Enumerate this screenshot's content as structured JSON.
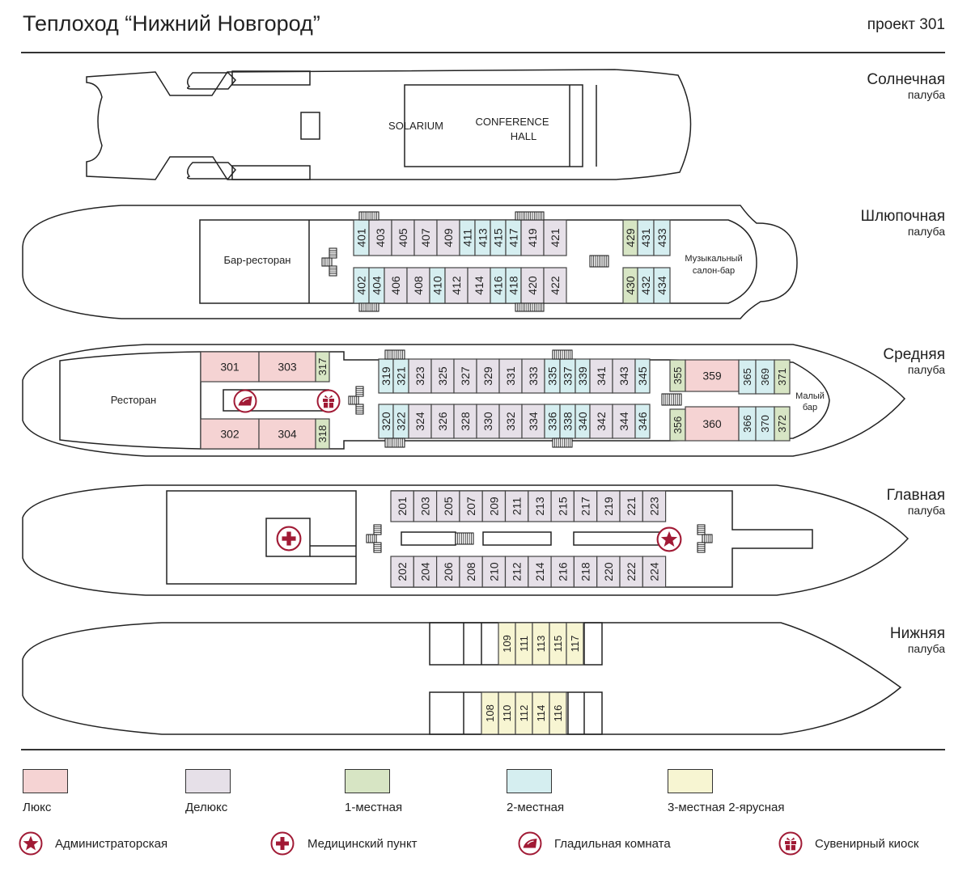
{
  "header": {
    "title": "Теплоход “Нижний Новгород”",
    "project": "проект 301"
  },
  "colors": {
    "lux": "#f5d3d3",
    "delux": "#e6e0e8",
    "single": "#d7e5c4",
    "double": "#d5eef0",
    "triple": "#f7f5d2",
    "accent": "#a11a35",
    "line": "#222222"
  },
  "decks": [
    {
      "name": "Солнечная",
      "sub": "палуба"
    },
    {
      "name": "Шлюпочная",
      "sub": "палуба"
    },
    {
      "name": "Средняя",
      "sub": "палуба"
    },
    {
      "name": "Главная",
      "sub": "палуба"
    },
    {
      "name": "Нижняя",
      "sub": "палуба"
    }
  ],
  "sun_deck": {
    "solarium": "SOLARIUM",
    "conference": [
      "CONFERENCE",
      "HALL"
    ]
  },
  "boat_deck": {
    "bar_restaurant": "Бар-ресторан",
    "music_salon": [
      "Музыкальный",
      "салон-бар"
    ],
    "top_cabins": [
      {
        "n": "401",
        "t": "double"
      },
      {
        "n": "403",
        "t": "delux"
      },
      {
        "n": "405",
        "t": "delux"
      },
      {
        "n": "407",
        "t": "delux"
      },
      {
        "n": "409",
        "t": "delux"
      },
      {
        "n": "411",
        "t": "double"
      },
      {
        "n": "413",
        "t": "double"
      },
      {
        "n": "415",
        "t": "double"
      },
      {
        "n": "417",
        "t": "double"
      },
      {
        "n": "419",
        "t": "delux"
      },
      {
        "n": "421",
        "t": "delux"
      }
    ],
    "bottom_cabins": [
      {
        "n": "402",
        "t": "double"
      },
      {
        "n": "404",
        "t": "double"
      },
      {
        "n": "406",
        "t": "delux"
      },
      {
        "n": "408",
        "t": "delux"
      },
      {
        "n": "410",
        "t": "double"
      },
      {
        "n": "412",
        "t": "delux"
      },
      {
        "n": "414",
        "t": "delux"
      },
      {
        "n": "416",
        "t": "double"
      },
      {
        "n": "418",
        "t": "double"
      },
      {
        "n": "420",
        "t": "delux"
      },
      {
        "n": "422",
        "t": "delux"
      }
    ],
    "fore_top": [
      {
        "n": "429",
        "t": "single"
      },
      {
        "n": "431",
        "t": "double"
      },
      {
        "n": "433",
        "t": "double"
      }
    ],
    "fore_bottom": [
      {
        "n": "430",
        "t": "single"
      },
      {
        "n": "432",
        "t": "double"
      },
      {
        "n": "434",
        "t": "double"
      }
    ]
  },
  "middle_deck": {
    "restaurant": "Ресторан",
    "small_bar": [
      "Малый",
      "бар"
    ],
    "aft_top": [
      {
        "n": "301",
        "t": "lux"
      },
      {
        "n": "303",
        "t": "lux"
      },
      {
        "n": "317",
        "t": "single"
      }
    ],
    "aft_bottom": [
      {
        "n": "302",
        "t": "lux"
      },
      {
        "n": "304",
        "t": "lux"
      },
      {
        "n": "318",
        "t": "single"
      }
    ],
    "top_cabins": [
      {
        "n": "319",
        "t": "double"
      },
      {
        "n": "321",
        "t": "double"
      },
      {
        "n": "323",
        "t": "delux"
      },
      {
        "n": "325",
        "t": "delux"
      },
      {
        "n": "327",
        "t": "delux"
      },
      {
        "n": "329",
        "t": "delux"
      },
      {
        "n": "331",
        "t": "delux"
      },
      {
        "n": "333",
        "t": "delux"
      },
      {
        "n": "335",
        "t": "double"
      },
      {
        "n": "337",
        "t": "double"
      },
      {
        "n": "339",
        "t": "double"
      },
      {
        "n": "341",
        "t": "delux"
      },
      {
        "n": "343",
        "t": "delux"
      },
      {
        "n": "345",
        "t": "double"
      }
    ],
    "bottom_cabins": [
      {
        "n": "320",
        "t": "double"
      },
      {
        "n": "322",
        "t": "double"
      },
      {
        "n": "324",
        "t": "delux"
      },
      {
        "n": "326",
        "t": "delux"
      },
      {
        "n": "328",
        "t": "delux"
      },
      {
        "n": "330",
        "t": "delux"
      },
      {
        "n": "332",
        "t": "delux"
      },
      {
        "n": "334",
        "t": "delux"
      },
      {
        "n": "336",
        "t": "double"
      },
      {
        "n": "338",
        "t": "double"
      },
      {
        "n": "340",
        "t": "double"
      },
      {
        "n": "342",
        "t": "delux"
      },
      {
        "n": "344",
        "t": "delux"
      },
      {
        "n": "346",
        "t": "double"
      }
    ],
    "fore_top": [
      {
        "n": "355",
        "t": "single"
      },
      {
        "n": "359",
        "t": "lux"
      },
      {
        "n": "365",
        "t": "double"
      },
      {
        "n": "369",
        "t": "double"
      },
      {
        "n": "371",
        "t": "single"
      }
    ],
    "fore_bottom": [
      {
        "n": "356",
        "t": "single"
      },
      {
        "n": "360",
        "t": "lux"
      },
      {
        "n": "366",
        "t": "double"
      },
      {
        "n": "370",
        "t": "double"
      },
      {
        "n": "372",
        "t": "single"
      }
    ]
  },
  "main_deck": {
    "top_cabins": [
      {
        "n": "201",
        "t": "delux"
      },
      {
        "n": "203",
        "t": "delux"
      },
      {
        "n": "205",
        "t": "delux"
      },
      {
        "n": "207",
        "t": "delux"
      },
      {
        "n": "209",
        "t": "delux"
      },
      {
        "n": "211",
        "t": "delux"
      },
      {
        "n": "213",
        "t": "delux"
      },
      {
        "n": "215",
        "t": "delux"
      },
      {
        "n": "217",
        "t": "delux"
      },
      {
        "n": "219",
        "t": "delux"
      },
      {
        "n": "221",
        "t": "delux"
      },
      {
        "n": "223",
        "t": "delux"
      }
    ],
    "bottom_cabins": [
      {
        "n": "202",
        "t": "delux"
      },
      {
        "n": "204",
        "t": "delux"
      },
      {
        "n": "206",
        "t": "delux"
      },
      {
        "n": "208",
        "t": "delux"
      },
      {
        "n": "210",
        "t": "delux"
      },
      {
        "n": "212",
        "t": "delux"
      },
      {
        "n": "214",
        "t": "delux"
      },
      {
        "n": "216",
        "t": "delux"
      },
      {
        "n": "218",
        "t": "delux"
      },
      {
        "n": "220",
        "t": "delux"
      },
      {
        "n": "222",
        "t": "delux"
      },
      {
        "n": "224",
        "t": "delux"
      }
    ]
  },
  "lower_deck": {
    "top_cabins": [
      {
        "n": "109",
        "t": "triple"
      },
      {
        "n": "111",
        "t": "triple"
      },
      {
        "n": "113",
        "t": "triple"
      },
      {
        "n": "115",
        "t": "triple"
      },
      {
        "n": "117",
        "t": "triple"
      }
    ],
    "bottom_cabins": [
      {
        "n": "108",
        "t": "triple"
      },
      {
        "n": "110",
        "t": "triple"
      },
      {
        "n": "112",
        "t": "triple"
      },
      {
        "n": "114",
        "t": "triple"
      },
      {
        "n": "116",
        "t": "triple"
      }
    ]
  },
  "legend": {
    "cabins": [
      {
        "key": "lux",
        "label": "Люкс"
      },
      {
        "key": "delux",
        "label": "Делюкс"
      },
      {
        "key": "single",
        "label": "1-местная"
      },
      {
        "key": "double",
        "label": "2-местная"
      },
      {
        "key": "triple",
        "label": "3-местная 2-ярусная"
      }
    ],
    "icons": [
      {
        "icon": "star",
        "label": "Администраторская"
      },
      {
        "icon": "cross",
        "label": "Медицинский пункт"
      },
      {
        "icon": "iron",
        "label": "Гладильная комната"
      },
      {
        "icon": "gift",
        "label": "Сувенирный киоск"
      }
    ]
  }
}
